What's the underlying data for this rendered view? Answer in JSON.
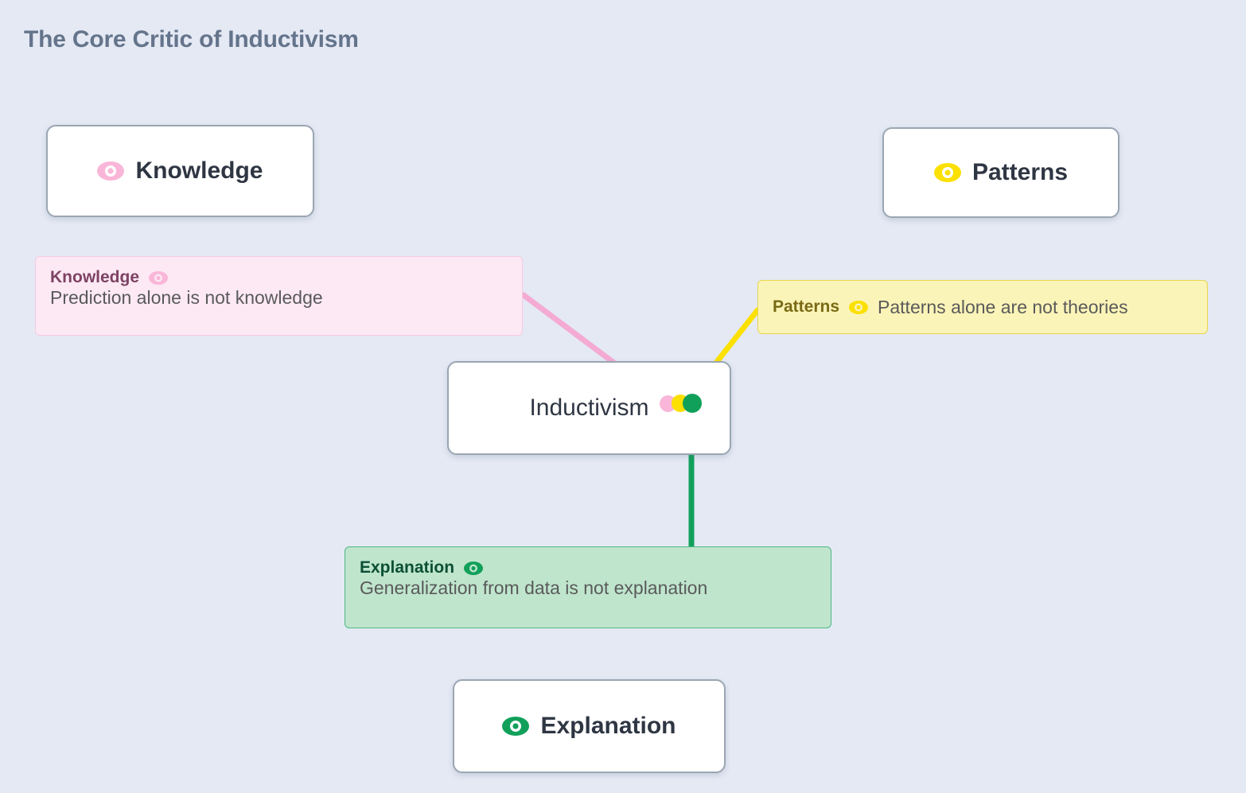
{
  "title": "The Core Critic of Inductivism",
  "theme": {
    "background": "#e4e9f4",
    "title_color": "#64748b",
    "node_border": "#9aa6b2",
    "node_bg": "#ffffff",
    "node_text": "#2f3643"
  },
  "nodes": [
    {
      "id": "knowledge",
      "label": "Knowledge",
      "icon": "eye-icon",
      "icon_color": "#f9b6d8"
    },
    {
      "id": "patterns",
      "label": "Patterns",
      "icon": "eye-icon",
      "icon_color": "#fbe000"
    },
    {
      "id": "inductivism",
      "label": "Inductivism",
      "icon": "none",
      "icon_color": ""
    },
    {
      "id": "explanation",
      "label": "Explanation",
      "icon": "eye-icon",
      "icon_color": "#11a05a"
    }
  ],
  "annotations": [
    {
      "id": "knowledge",
      "title": "Knowledge",
      "text": "Prediction alone is not knowledge",
      "icon": "eye-icon",
      "icon_color": "#f9b6d8",
      "bg": "#fce9f4",
      "border": "#f7c9e3",
      "title_color": "#7d4263"
    },
    {
      "id": "patterns",
      "title": "Patterns",
      "text": "Patterns alone are not theories",
      "icon": "eye-icon",
      "icon_color": "#fbe000",
      "bg": "#fbf4b8",
      "border": "#e8d64a",
      "title_color": "#7a6a15"
    },
    {
      "id": "explanation",
      "title": "Explanation",
      "text": "Generalization from data is not explanation",
      "icon": "eye-icon",
      "icon_color": "#11a05a",
      "bg": "#bfe5cd",
      "border": "#52b883",
      "title_color": "#0c5034"
    }
  ],
  "edges": [
    {
      "id": "knowledge-edge",
      "from": "annot-knowledge",
      "to": "inductivism",
      "color": "#f4aad3"
    },
    {
      "id": "patterns-edge",
      "from": "annot-patterns",
      "to": "inductivism",
      "color": "#fbe000"
    },
    {
      "id": "explanation-edge",
      "from": "inductivism",
      "to": "annot-explanation",
      "color": "#11a05a"
    }
  ],
  "connector_dots": [
    {
      "id": "pink-dot",
      "color": "#f9b6d8"
    },
    {
      "id": "yellow-dot",
      "color": "#fbe000"
    },
    {
      "id": "green-dot",
      "color": "#11a05a"
    }
  ]
}
